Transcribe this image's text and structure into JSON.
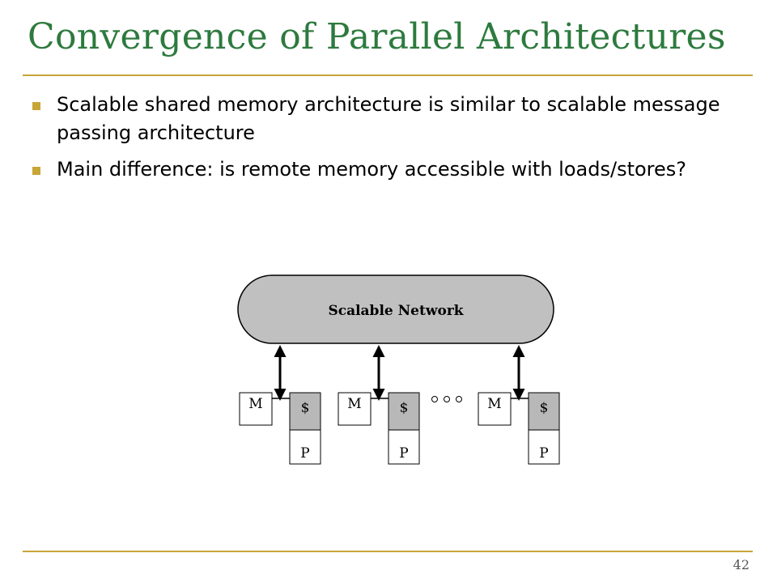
{
  "slide": {
    "title": "Convergence of Parallel Architectures",
    "bullets": [
      "Scalable shared memory architecture is similar to scalable message passing architecture",
      "Main difference: is remote memory accessible with loads/stores?"
    ],
    "page_number": "42"
  },
  "diagram": {
    "network_label": "Scalable Network",
    "nodes": [
      {
        "memory": "M",
        "cache": "$",
        "processor": "P"
      },
      {
        "memory": "M",
        "cache": "$",
        "processor": "P"
      },
      {
        "memory": "M",
        "cache": "$",
        "processor": "P"
      }
    ],
    "colors": {
      "network_fill": "#c0c0c0",
      "cache_fill": "#b8b8b8",
      "title": "#2d7a3e",
      "accent": "#c8a537"
    }
  }
}
